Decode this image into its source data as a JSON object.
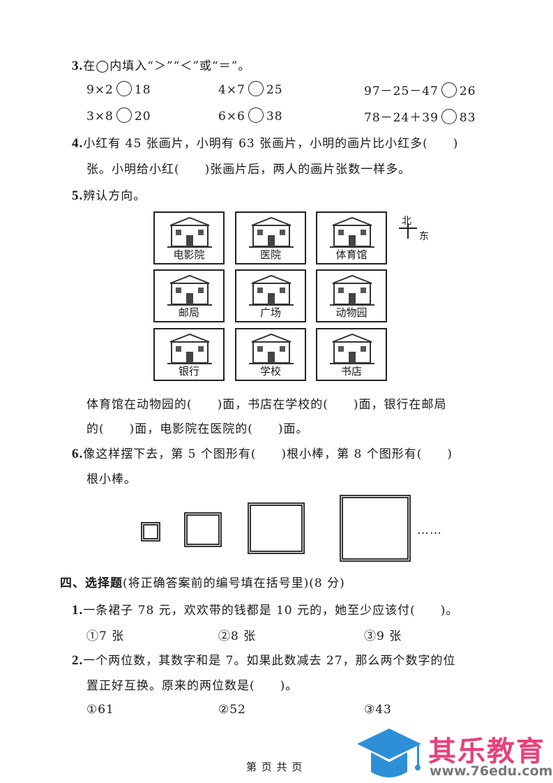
{
  "q3": {
    "num": "3.",
    "text": "在◯内填入“＞”“＜”或“＝”。",
    "items": [
      {
        "left": "9×2",
        "right": "18"
      },
      {
        "left": "4×7",
        "right": "25"
      },
      {
        "left": "97－25－47",
        "right": "26"
      },
      {
        "left": "3×8",
        "right": "20"
      },
      {
        "left": "6×6",
        "right": "38"
      },
      {
        "left": "78－24＋39",
        "right": "83"
      }
    ]
  },
  "q4": {
    "num": "4.",
    "line1": "小红有 45 张画片，小明有 63 张画片，小明的画片比小红多(　　)",
    "line2": "张。小明给小红(　　)张画片后，两人的画片张数一样多。"
  },
  "q5": {
    "num": "5.",
    "text": "辨认方向。",
    "places": [
      "电影院",
      "医院",
      "体育馆",
      "邮局",
      "广场",
      "动物园",
      "银行",
      "学校",
      "书店"
    ],
    "compass": {
      "north": "北",
      "east": "东"
    },
    "line1": "体育馆在动物园的(　　)面，书店在学校的(　　)面，银行在邮局",
    "line2": "的(　　)面，电影院在医院的(　　)面。"
  },
  "q6": {
    "num": "6.",
    "line1": "像这样摆下去，第 5 个图形有(　　)根小棒，第 8 个图形有(　　)",
    "line2": "根小棒。",
    "ellipsis": "……"
  },
  "section4": {
    "title": "四、选择题",
    "note": "(将正确答案前的编号填在括号里)(8 分)"
  },
  "c1": {
    "num": "1.",
    "text": "一条裙子 78 元，欢欢带的钱都是 10 元的，她至少应该付(　　)。",
    "options": [
      "①7 张",
      "②8 张",
      "③9 张"
    ]
  },
  "c2": {
    "num": "2.",
    "line1": "一个两位数，其数字和是 7。如果此数减去 27，那么两个数字的位",
    "line2": "置正好互换。原来的两位数是(　　)。",
    "options": [
      "①61",
      "②52",
      "③43"
    ]
  },
  "footer": "第 页 共 页",
  "logo": {
    "name": "其乐教育",
    "url": "www.76edu.com",
    "blue": "#2e8fd6",
    "pink": "#e8417a"
  }
}
